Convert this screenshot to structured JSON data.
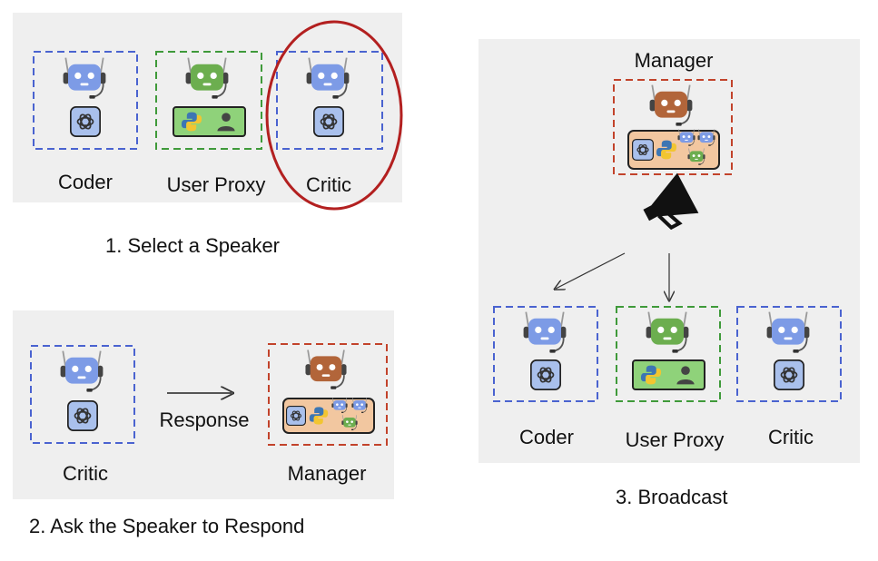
{
  "step1": {
    "caption": "1. Select a Speaker",
    "agents": [
      {
        "name": "Coder"
      },
      {
        "name": "User Proxy"
      },
      {
        "name": "Critic"
      }
    ],
    "selected": "Critic"
  },
  "step2": {
    "caption": "2. Ask the Speaker to Respond",
    "from": "Critic",
    "arrow_label": "Response",
    "to": "Manager"
  },
  "step3": {
    "caption": "3. Broadcast",
    "manager": "Manager",
    "agents": [
      {
        "name": "Coder"
      },
      {
        "name": "User Proxy"
      },
      {
        "name": "Critic"
      }
    ]
  },
  "colors": {
    "assistant_border": "#4a63d0",
    "proxy_border": "#3f9a3a",
    "manager_border": "#c2432b",
    "highlight_ellipse": "#b32020",
    "panel_bg": "#efefef"
  },
  "icons": {
    "assistant_robot": "blue-robot-icon",
    "proxy_robot": "green-robot-icon",
    "manager_robot": "brown-robot-icon",
    "llm": "openai-logo-icon",
    "code": "python-logo-icon",
    "human": "person-icon",
    "broadcast": "megaphone-icon"
  }
}
